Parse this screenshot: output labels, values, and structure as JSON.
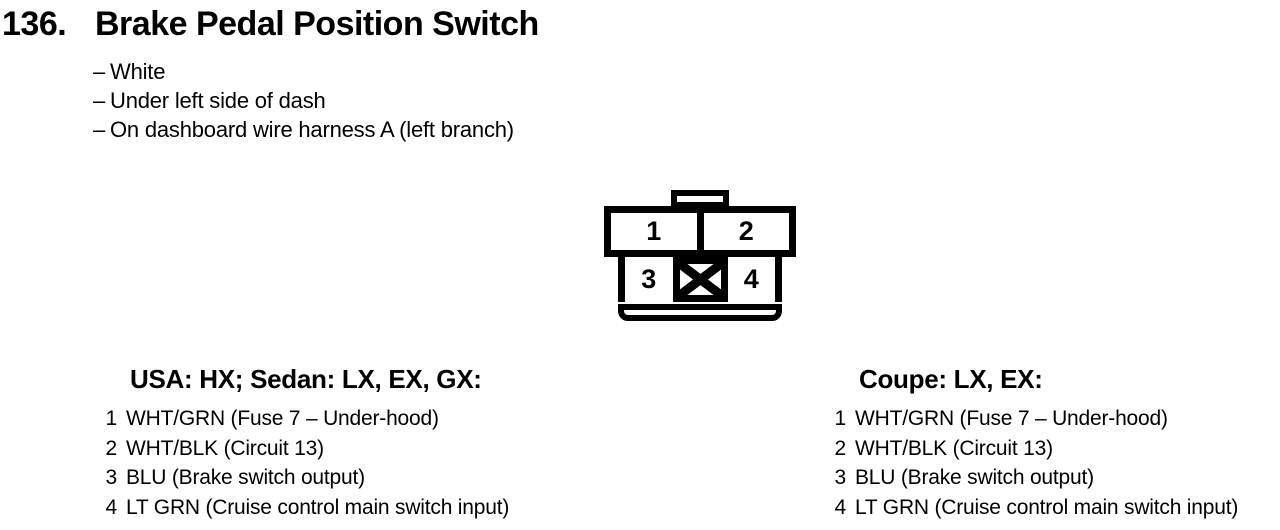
{
  "header": {
    "number": "136.",
    "title": "Brake Pedal Position Switch"
  },
  "notes": [
    {
      "dash": "–",
      "text": "White"
    },
    {
      "dash": "–",
      "text": "Under left side of dash"
    },
    {
      "dash": "–",
      "text": "On dashboard wire harness A (left branch)"
    }
  ],
  "connector": {
    "type": "4-cavity connector, blocked cavity marked with X",
    "cavities": [
      "1",
      "2",
      "3",
      "4"
    ]
  },
  "pinouts": [
    {
      "heading": "USA: HX; Sedan: LX, EX, GX:",
      "rows": [
        {
          "pin": "1",
          "desc": "WHT/GRN (Fuse 7 – Under-hood)"
        },
        {
          "pin": "2",
          "desc": "WHT/BLK (Circuit 13)"
        },
        {
          "pin": "3",
          "desc": "BLU (Brake switch output)"
        },
        {
          "pin": "4",
          "desc": "LT GRN (Cruise control main switch input)"
        }
      ]
    },
    {
      "heading": "Coupe: LX, EX:",
      "rows": [
        {
          "pin": "1",
          "desc": "WHT/GRN (Fuse 7 – Under-hood)"
        },
        {
          "pin": "2",
          "desc": "WHT/BLK (Circuit 13)"
        },
        {
          "pin": "3",
          "desc": "BLU (Brake switch output)"
        },
        {
          "pin": "4",
          "desc": "LT GRN (Cruise control main switch input)"
        }
      ]
    }
  ],
  "colors": {
    "ink": "#000000",
    "paper": "#ffffff"
  }
}
